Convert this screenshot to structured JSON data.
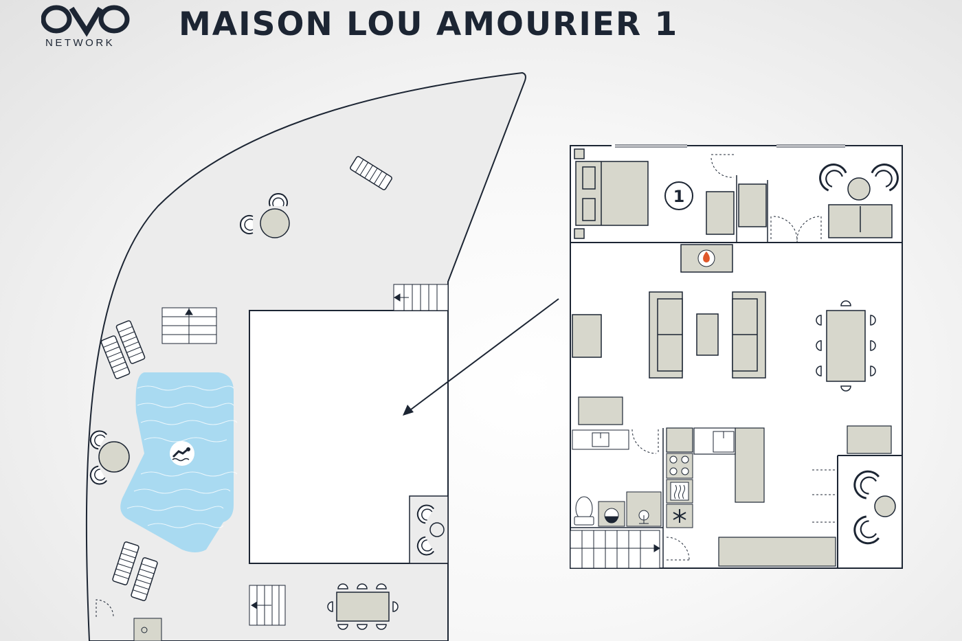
{
  "header": {
    "title": "MAISON LOU AMOURIER 1",
    "logo_text": "OVO",
    "logo_subtext": "NETWORK"
  },
  "plan": {
    "room_marker": "1",
    "icons": [
      "swimmer-icon",
      "fireplace-icon",
      "snowflake-icon",
      "sink-icon",
      "washing-machine-icon",
      "toilet-icon",
      "stove-icon"
    ]
  },
  "colors": {
    "ink": "#1c2533",
    "outdoor": "#ececec",
    "furniture": "#d7d7cc",
    "pool": "#a9daf1",
    "fire": "#e0572a"
  }
}
